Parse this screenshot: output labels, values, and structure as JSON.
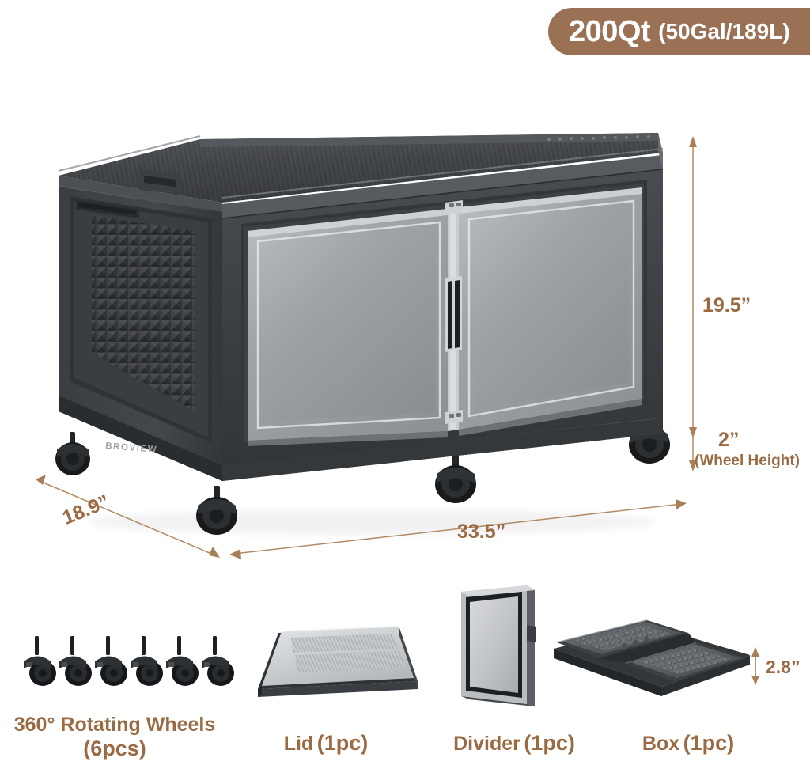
{
  "banner": {
    "capacity": "200Qt",
    "capacity_alt": "(50Gal/189L)",
    "bg_color": "#9a7155",
    "text_color": "#ffffff"
  },
  "product": {
    "brand": "BROVIEW",
    "body_color": "#3a3c3f",
    "door_color": "#9fa3a6",
    "accent_brown": "#9a6a43"
  },
  "dimensions": {
    "height": "19.5”",
    "wheel_height": "2”",
    "wheel_height_note": "(Wheel Height)",
    "length": "33.5”",
    "depth": "18.9”",
    "box_thickness": "2.8”"
  },
  "accessories": [
    {
      "name": "wheels",
      "label": "360° Rotating Wheels",
      "count": "(6pcs)",
      "qty": 6
    },
    {
      "name": "lid",
      "label": "Lid",
      "count": "(1pc)",
      "qty": 1
    },
    {
      "name": "divider",
      "label": "Divider",
      "count": "(1pc)",
      "qty": 1
    },
    {
      "name": "box",
      "label": "Box",
      "count": "(1pc)",
      "qty": 1
    }
  ]
}
